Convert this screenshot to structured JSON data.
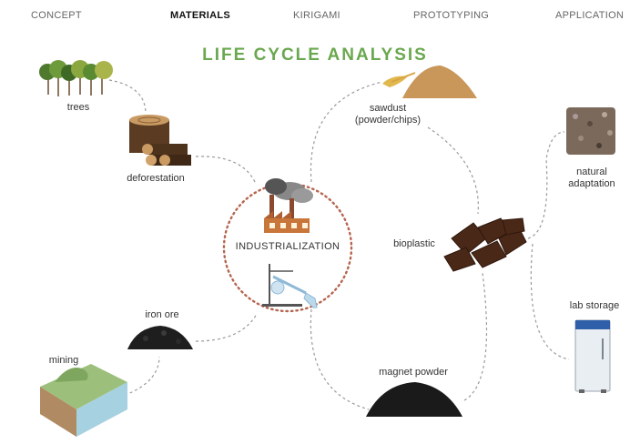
{
  "nav": {
    "concept": "CONCEPT",
    "materials": "MATERIALS",
    "kirigami": "KIRIGAMI",
    "prototyping": "PROTOTYPING",
    "application": "APPLICATION"
  },
  "title": "LIFE CYCLE ANALYSIS",
  "nodes": {
    "trees": "trees",
    "deforestation": "deforestation",
    "industrialization": "INDUSTRIALIZATION",
    "iron_ore": "iron ore",
    "mining": "mining",
    "sawdust_line1": "sawdust",
    "sawdust_line2": "(powder/chips)",
    "bioplastic": "bioplastic",
    "magnet_powder": "magnet powder",
    "natural_line1": "natural",
    "natural_line2": "adaptation",
    "lab_storage": "lab storage"
  },
  "colors": {
    "title_green": "#6aa84f",
    "dotted_circle": "#b5654f",
    "connector": "#999999"
  },
  "icons": {
    "trees": "tree-cluster-icon",
    "deforestation": "log-stump-icon",
    "factory": "factory-icon",
    "lab": "lab-glassware-icon",
    "iron_ore": "ore-pile-icon",
    "mining": "terrain-block-icon",
    "sawdust": "sawdust-pile-icon",
    "bioplastic": "bioplastic-mesh-icon",
    "magnet_powder": "powder-pile-icon",
    "natural": "soil-patch-icon",
    "lab_storage": "fridge-icon"
  }
}
